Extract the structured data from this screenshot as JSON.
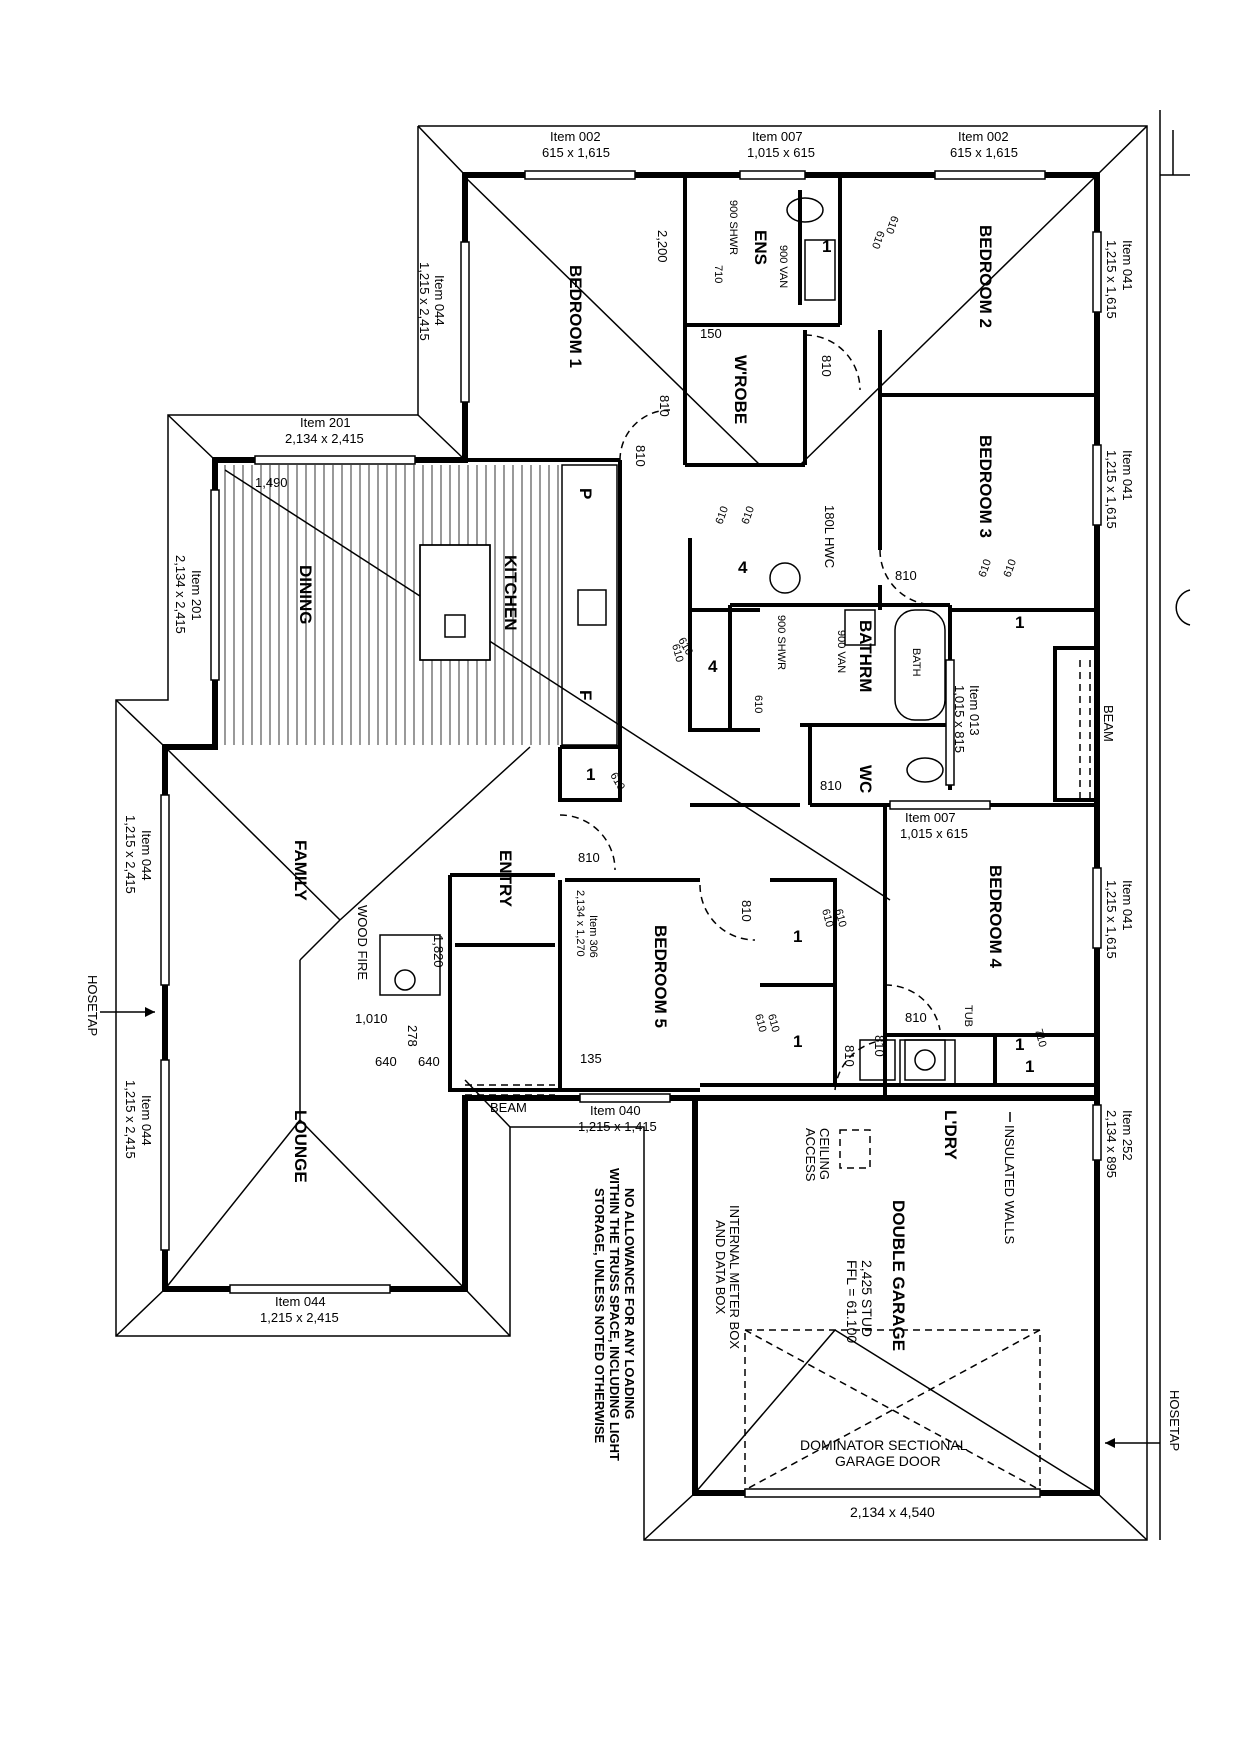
{
  "rooms": {
    "bedroom1": "BEDROOM 1",
    "bedroom2": "BEDROOM 2",
    "bedroom3": "BEDROOM 3",
    "bedroom4": "BEDROOM 4",
    "bedroom5": "BEDROOM 5",
    "wrobe": "W'ROBE",
    "ens": "ENS",
    "kitchen": "KITCHEN",
    "dining": "DINING",
    "family": "FAMILY",
    "lounge": "LOUNGE",
    "entry": "ENTRY",
    "bathrm": "BATHRM",
    "wc": "WC",
    "ldry": "L'DRY",
    "double_garage": "DOUBLE GARAGE"
  },
  "windows": {
    "w_top_left": {
      "item": "Item 002",
      "size": "615 x 1,615"
    },
    "w_top_mid": {
      "item": "Item 007",
      "size": "1,015 x 615"
    },
    "w_top_right": {
      "item": "Item 002",
      "size": "615 x 1,615"
    },
    "w_right_bed2": {
      "item": "Item 041",
      "size": "1,215 x 1,615"
    },
    "w_right_bed3": {
      "item": "Item 041",
      "size": "1,215 x 1,615"
    },
    "w_right_bed4": {
      "item": "Item 041",
      "size": "1,215 x 1,615"
    },
    "w_bathrm": {
      "item": "Item 013",
      "size": "1,015 x 815"
    },
    "w_bed4_top": {
      "item": "Item 007",
      "size": "1,015 x 615"
    },
    "w_garage_right": {
      "item": "Item 252",
      "size": "2,134 x 895"
    },
    "w_left_bed1": {
      "item": "Item 044",
      "size": "1,215 x 2,415"
    },
    "w_dining_top": {
      "item": "Item 201",
      "size": "2,134 x 2,415"
    },
    "w_dining_left": {
      "item": "Item 201",
      "size": "2,134 x 2,415"
    },
    "w_family_left": {
      "item": "Item 044",
      "size": "1,215 x 2,415"
    },
    "w_lounge_left": {
      "item": "Item 044",
      "size": "1,215 x 2,415"
    },
    "w_lounge_bottom": {
      "item": "Item 044",
      "size": "1,215 x 2,415"
    },
    "w_bed5_door": {
      "item": "Item 306",
      "size": "2,134 x 1,270"
    },
    "w_bed5_bottom": {
      "item": "Item 040",
      "size": "1,215 x 1,415"
    },
    "garage_door_size": "2,134 x 4,540"
  },
  "fixtures": {
    "shwr_ens": "900 SHWR",
    "van_ens": "900 VAN",
    "shwr_bath": "900 SHWR",
    "van_bath": "900 VAN",
    "bath": "BATH",
    "hwc": "180L HWC",
    "pantry": "P",
    "fridge": "F",
    "tub": "TUB",
    "wood_fire": "WOOD FIRE",
    "beam_right": "BEAM",
    "beam_bottom": "BEAM"
  },
  "dims": {
    "d2200": "2,200",
    "d150": "150",
    "d710a": "710",
    "d810_ens": "810",
    "d810_bed1a": "810",
    "d810_bed1b": "810",
    "d610_bed2a": "610",
    "d610_bed2b": "610",
    "d610_hwc_a": "610",
    "d610_hwc_b": "610",
    "d810_bed3": "810",
    "d610_bed3a": "610",
    "d610_bed3b": "610",
    "d610_bath": "610",
    "d810_bath": "810",
    "d610_linen": "610",
    "d810_ldry": "810",
    "d810_entry": "810",
    "d810_bed5": "810",
    "d610_bed5a": "610",
    "d610_bed5b": "610",
    "d810_hall": "810",
    "d810_bed4": "810",
    "d710_ldry": "710",
    "d610_bed4": "610",
    "d610_bed5c": "610",
    "d1490": "1,490",
    "d1820": "1,820",
    "d1010": "1,010",
    "d278": "278",
    "d640a": "640",
    "d640b": "640",
    "d135": "135",
    "d610_bath_top": "610",
    "d610_bed4_top": "610",
    "cupboard_4a": "4",
    "cupboard_4b": "4",
    "wir_1": "1",
    "wir_2": "1",
    "wir_3": "1",
    "wir_4": "1",
    "wir_5": "1",
    "wir_6": "1",
    "wir_7": "1"
  },
  "notes": {
    "hosetap_left": "HOSETAP",
    "hosetap_right": "HOSETAP",
    "insulated_walls": "INSULATED WALLS",
    "ceiling_access_1": "CEILING",
    "ceiling_access_2": "ACCESS",
    "internal_meter_1": "INTERNAL METER BOX",
    "internal_meter_2": "AND DATA BOX",
    "stud": "2,425 STUD",
    "ffl": "FFL = 61.100",
    "dominator_1": "DOMINATOR SECTIONAL",
    "dominator_2": "GARAGE DOOR",
    "loading_1": "NO ALLOWANCE FOR ANY LOADING",
    "loading_2": "WITHIN THE TRUSS SPACE, INCLUDING LIGHT",
    "loading_3": "STORAGE, UNLESS NOTED OTHERWISE"
  }
}
